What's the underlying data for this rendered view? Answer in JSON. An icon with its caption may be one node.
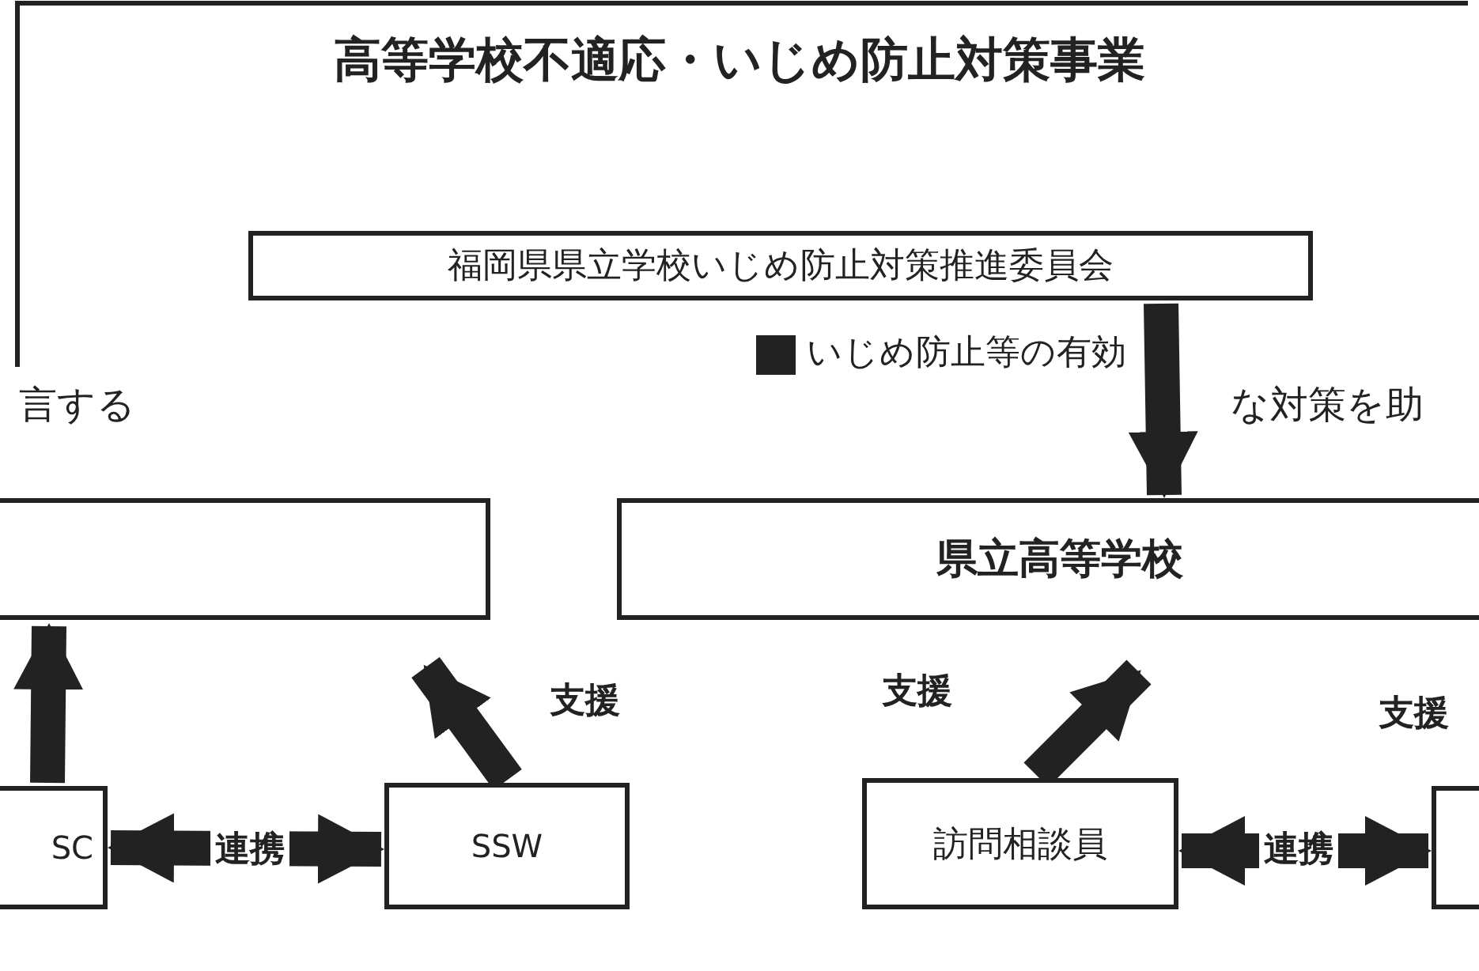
{
  "diagram": {
    "title": "高等学校不適応・いじめ防止対策事業",
    "nodes": [
      {
        "text": [
          "福岡県県立学校いじめ防止対策推進委員会"
        ]
      },
      {
        "text": [],
        "shape": "box"
      },
      {
        "text": [
          "県立高等学校"
        ]
      },
      {
        "text": [
          "SC"
        ]
      },
      {
        "text": [
          "SSW"
        ]
      },
      {
        "text": [
          "訪問相談員"
        ]
      },
      {
        "text": [],
        "shape": "box"
      }
    ],
    "edges": [
      {
        "from": 0,
        "to": 2,
        "arrow": "to"
      },
      {
        "from": 3,
        "to": 1,
        "arrow": "to"
      },
      {
        "from": 4,
        "to": 1,
        "arrow": "to",
        "label": "支援"
      },
      {
        "from": 5,
        "to": 2,
        "arrow": "to",
        "label": "支援"
      },
      {
        "from": 3,
        "to": 4,
        "arrow": "both",
        "label": "連携"
      },
      {
        "from": 5,
        "to": 6,
        "arrow": "both",
        "label": "連携"
      }
    ],
    "labels": [
      "言する",
      "いじめ防止等の有効",
      "な対策を助",
      "支援"
    ]
  }
}
